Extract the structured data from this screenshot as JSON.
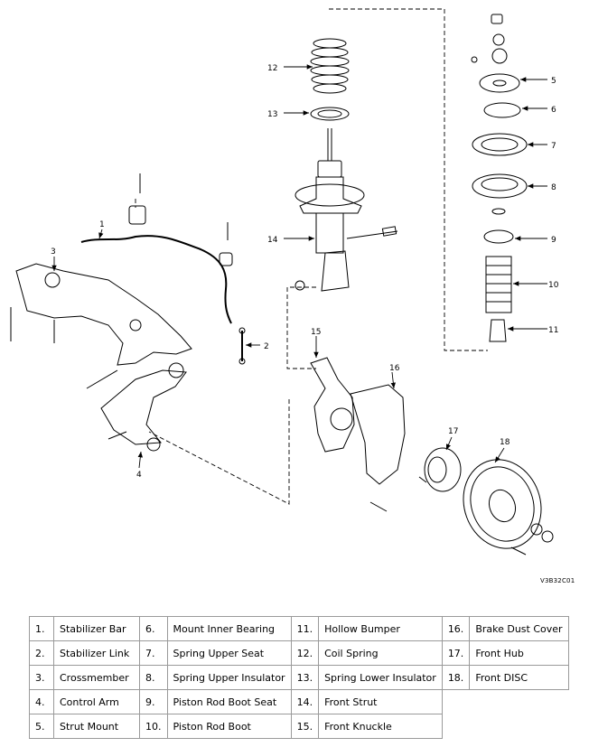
{
  "reference_code": "V3B32C01",
  "callouts": [
    "1",
    "2",
    "3",
    "4",
    "5",
    "6",
    "7",
    "8",
    "9",
    "10",
    "11",
    "12",
    "13",
    "14",
    "15",
    "16",
    "17",
    "18"
  ],
  "legend": [
    {
      "num": "1.",
      "name": "Stabilizer Bar"
    },
    {
      "num": "2.",
      "name": "Stabilizer Link"
    },
    {
      "num": "3.",
      "name": "Crossmember"
    },
    {
      "num": "4.",
      "name": "Control Arm"
    },
    {
      "num": "5.",
      "name": "Strut Mount"
    },
    {
      "num": "6.",
      "name": "Mount Inner Bearing"
    },
    {
      "num": "7.",
      "name": "Spring Upper Seat"
    },
    {
      "num": "8.",
      "name": "Spring Upper Insulator"
    },
    {
      "num": "9.",
      "name": "Piston Rod Boot Seat"
    },
    {
      "num": "10.",
      "name": "Piston Rod Boot"
    },
    {
      "num": "11.",
      "name": "Hollow Bumper"
    },
    {
      "num": "12.",
      "name": "Coil Spring"
    },
    {
      "num": "13.",
      "name": "Spring Lower Insulator"
    },
    {
      "num": "14.",
      "name": "Front Strut"
    },
    {
      "num": "15.",
      "name": "Front Knuckle"
    },
    {
      "num": "16.",
      "name": "Brake Dust Cover"
    },
    {
      "num": "17.",
      "name": "Front Hub"
    },
    {
      "num": "18.",
      "name": "Front DISC"
    }
  ]
}
